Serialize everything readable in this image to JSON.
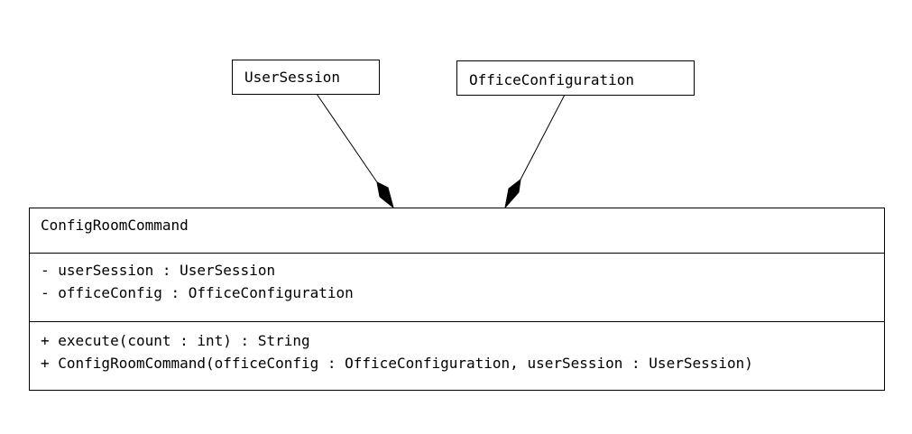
{
  "diagram": {
    "classes": {
      "user_session": {
        "name": "UserSession"
      },
      "office_configuration": {
        "name": "OfficeConfiguration"
      },
      "config_room_command": {
        "name": "ConfigRoomCommand",
        "attributes": [
          "- userSession : UserSession",
          "- officeConfig : OfficeConfiguration"
        ],
        "operations": [
          "+ execute(count : int) : String",
          "+ ConfigRoomCommand(officeConfig : OfficeConfiguration, userSession : UserSession)"
        ]
      }
    },
    "relations": [
      {
        "from": "UserSession",
        "to": "ConfigRoomCommand",
        "type": "composition"
      },
      {
        "from": "OfficeConfiguration",
        "to": "ConfigRoomCommand",
        "type": "composition"
      }
    ]
  }
}
